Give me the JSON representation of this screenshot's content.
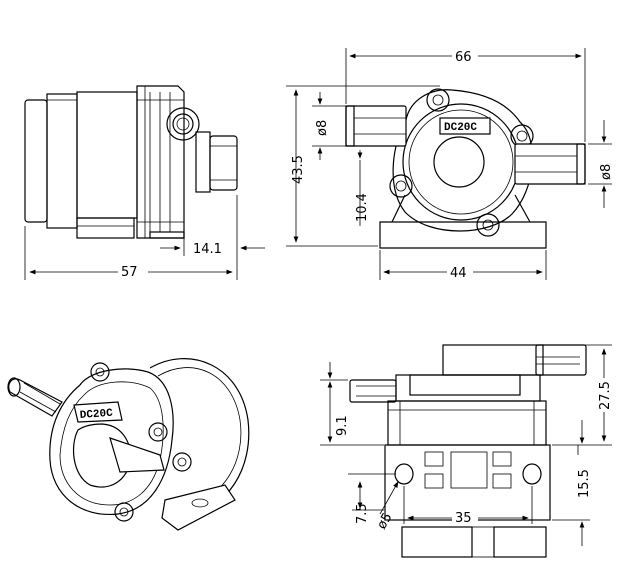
{
  "dimensions": {
    "side_width": "57",
    "side_outlet": "14.1",
    "front_width": "66",
    "front_height": "43.5",
    "front_inlet_dia": "ø8",
    "front_outlet_dia": "ø8",
    "front_inlet_height": "10.4",
    "front_base_width": "44",
    "top_height": "27.5",
    "top_inlet_height": "9.1",
    "top_base_depth": "15.5",
    "top_hole_spacing": "35",
    "top_hole_dia": "ø5",
    "top_hole_offset": "7.5"
  },
  "labels": {
    "model_front": "DC20C",
    "model_iso": "DC20C"
  }
}
